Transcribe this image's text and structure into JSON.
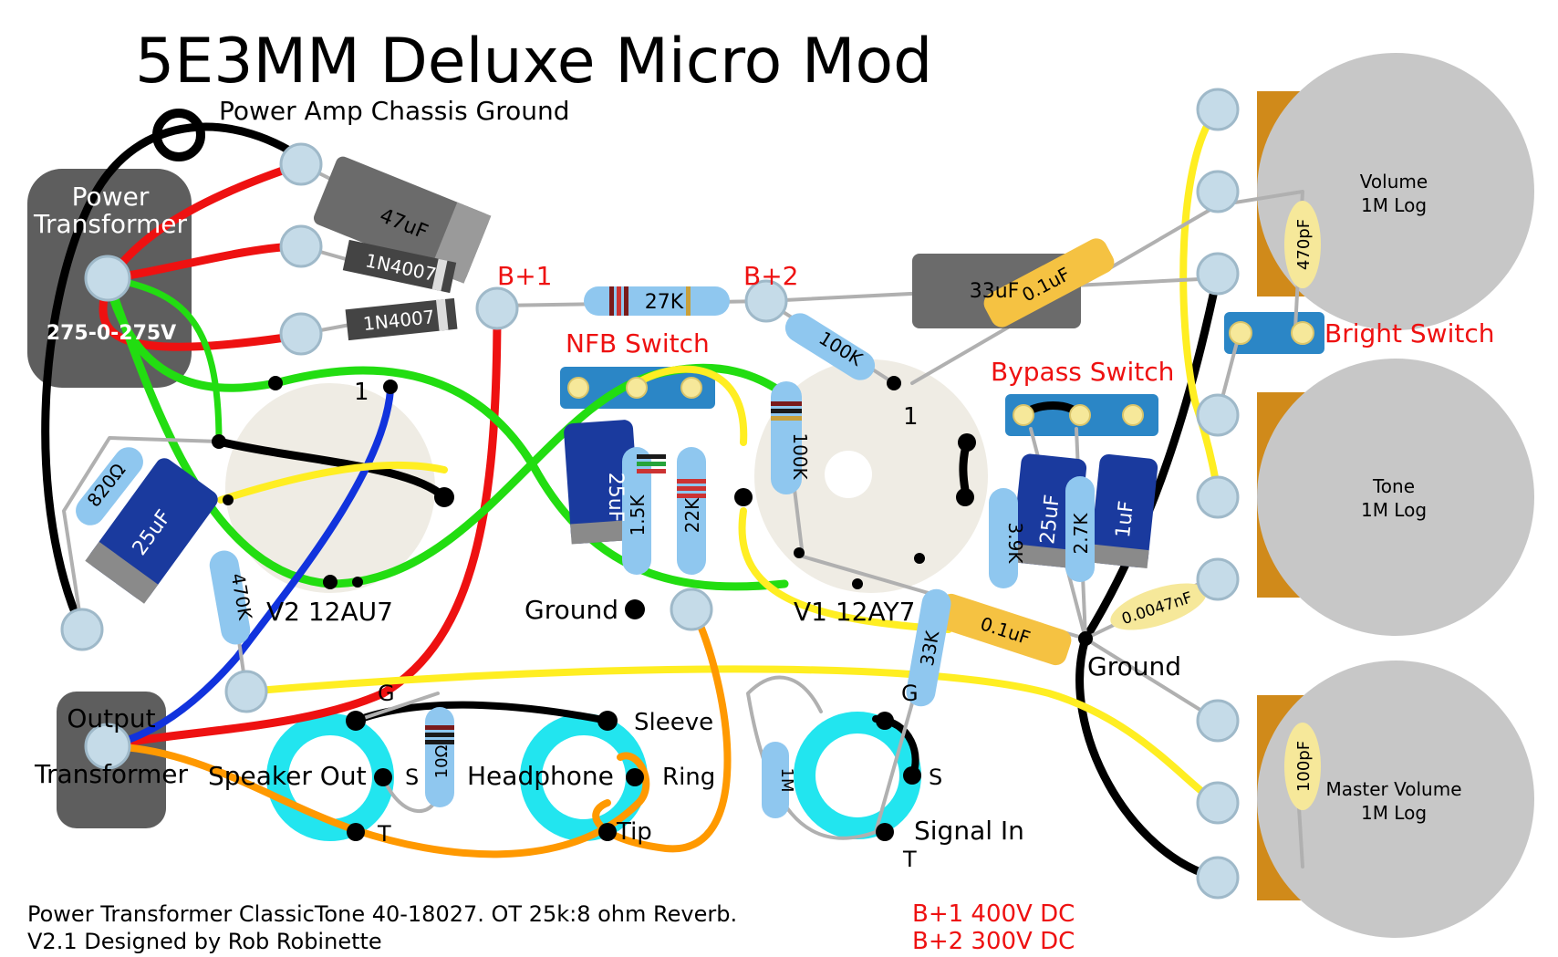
{
  "title": "5E3MM Deluxe Micro Mod",
  "labels": {
    "chassis_ground": "Power Amp Chassis Ground",
    "pt_line1": "Power",
    "pt_line2": "Transformer",
    "pt_voltage": "275-0-275V",
    "ot_line1": "Output",
    "ot_line2": "Transformer",
    "bplus1": "B+1",
    "bplus2": "B+2",
    "nfb_switch": "NFB Switch",
    "bypass_switch": "Bypass Switch",
    "bright_switch": "Bright Switch",
    "v2": "V2  12AU7",
    "v1": "V1  12AY7",
    "pin1_v2": "1",
    "pin1_v1": "1",
    "ground1": "Ground",
    "ground2": "Ground",
    "speaker_out": "Speaker Out",
    "headphone": "Headphone",
    "signal_in": "Signal In",
    "sleeve": "Sleeve",
    "ring": "Ring",
    "tip": "Tip",
    "g1": "G",
    "g2": "G",
    "s1": "S",
    "s2": "S",
    "t1": "T",
    "t2": "T"
  },
  "pots": {
    "volume_name": "Volume",
    "volume_value": "1M Log",
    "tone_name": "Tone",
    "tone_value": "1M Log",
    "master_name": "Master Volume",
    "master_value": "1M Log"
  },
  "components": {
    "cap_47uf": "47uF",
    "diode1": "1N4007",
    "diode2": "1N4007",
    "res_27k": "27K",
    "res_100k_a": "100K",
    "res_100k_b": "100K",
    "cap_33uf": "33uF",
    "cap_01uf_a": "0.1uF",
    "cap_01uf_b": "0.1uF",
    "cap_470pf": "470pF",
    "cap_100pf": "100pF",
    "cap_0047nf": "0.0047nF",
    "res_820": "820Ω",
    "cap_25uf_a": "25uF",
    "cap_25uf_b": "25uF",
    "cap_25uf_c": "25uF",
    "res_470k": "470K",
    "res_15k": "1.5K",
    "res_22k": "22K",
    "res_39k": "3.9K",
    "res_27k_b": "2.7K",
    "cap_1uf": "1uF",
    "res_33k": "33K",
    "res_10": "10Ω",
    "res_1m": "1M"
  },
  "footer": {
    "line1": "Power Transformer ClassicTone 40-18027. OT 25k:8 ohm Reverb.",
    "line2": "V2.1 Designed by Rob Robinette",
    "voltage1": "B+1 400V DC",
    "voltage2": "B+2 300V DC"
  },
  "colors": {
    "red_text": "#ee1111",
    "wire_red": "#ee1111",
    "wire_green": "#22dd11",
    "wire_yellow": "#ffee22",
    "wire_blue": "#1133dd",
    "wire_orange": "#ff9900",
    "wire_black": "#000000",
    "resistor": "#8fc7ef",
    "electrolytic_blue": "#1a3a9e",
    "film_cap": "#f5c242",
    "pot_body": "#c7c7c7",
    "pot_bracket": "#d08a1a",
    "jack": "#22e5ef",
    "transformer": "#5e5e5e"
  }
}
